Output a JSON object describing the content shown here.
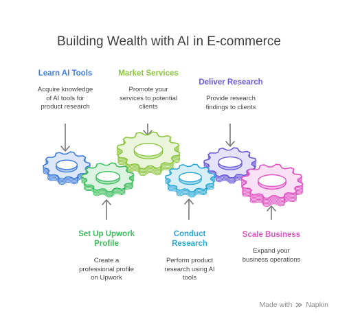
{
  "title": "Building Wealth with AI in E-commerce",
  "steps": [
    {
      "title": "Learn AI Tools",
      "description": "Acquire knowledge of AI tools for product research",
      "color": "#3f7ddb",
      "lines": [
        "Acquire knowledge",
        "of AI tools for",
        "product research"
      ]
    },
    {
      "title": "Set Up Upwork Profile",
      "description": "Create a professional profile on Upwork",
      "color": "#3bbd5c",
      "lines": [
        "Create a",
        "professional profile",
        "on Upwork"
      ]
    },
    {
      "title": "Market Services",
      "description": "Promote your services to potential clients",
      "color": "#8cc63f",
      "lines": [
        "Promote your",
        "services to potential",
        "clients"
      ]
    },
    {
      "title": "Conduct Research",
      "description": "Perform product research using AI tools",
      "color": "#2aa8d6",
      "lines": [
        "Perform product",
        "research using AI",
        "tools"
      ]
    },
    {
      "title": "Deliver Research",
      "description": "Provide research findings to clients",
      "color": "#6a5ad9",
      "lines": [
        "Provide research",
        "findings to clients"
      ]
    },
    {
      "title": "Scale Business",
      "description": "Expand your business operations",
      "color": "#e052c2",
      "lines": [
        "Expand your",
        "business operations"
      ]
    }
  ],
  "top_labels": {
    "learn_title": "Learn AI Tools",
    "market_title": "Market Services",
    "deliver_title": "Deliver Research"
  },
  "bottom_labels": {
    "upwork_title_line1": "Set Up Upwork",
    "upwork_title_line2": "Profile",
    "conduct_title_line1": "Conduct",
    "conduct_title_line2": "Research",
    "scale_title": "Scale Business"
  },
  "branding": {
    "prefix": "Made with",
    "name": "Napkin"
  }
}
